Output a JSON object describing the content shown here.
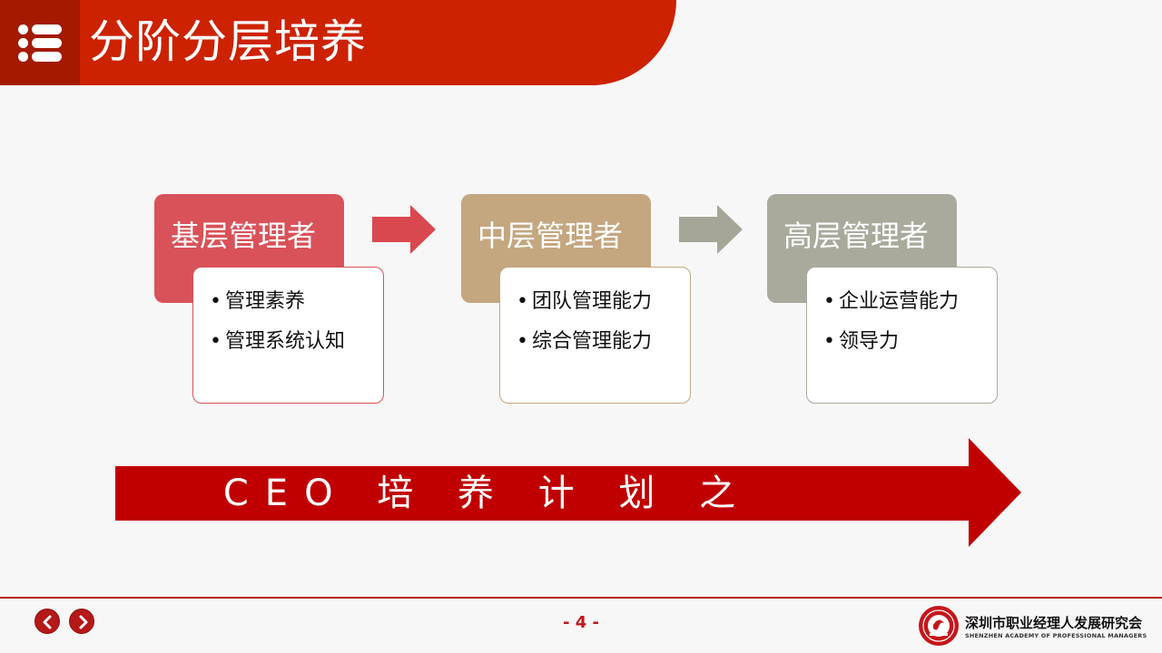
{
  "header": {
    "title": "分阶分层培养"
  },
  "stages": [
    {
      "title": "基层管理者",
      "color": "#d95259",
      "items": [
        "管理素养",
        "管理系统认知"
      ]
    },
    {
      "title": "中层管理者",
      "color": "#c4a67f",
      "items": [
        "团队管理能力",
        "综合管理能力"
      ]
    },
    {
      "title": "高层管理者",
      "color": "#a9aa9c",
      "items": [
        "企业运营能力",
        "领导力"
      ]
    }
  ],
  "arrows": {
    "first_color": "#d9484f",
    "second_color": "#a5a698"
  },
  "banner": {
    "text": "CEO 培 养 计 划 之",
    "color": "#c00000"
  },
  "footer": {
    "page_number": "- 4 -",
    "org_name_cn": "深圳市职业经理人发展研究会",
    "org_name_en": "SHENZHEN ACADEMY OF PROFESSIONAL MANAGERS"
  },
  "icons": {
    "menu": "list-icon",
    "prev": "chevron-left-icon",
    "next": "chevron-right-icon",
    "logo": "association-seal-icon"
  }
}
